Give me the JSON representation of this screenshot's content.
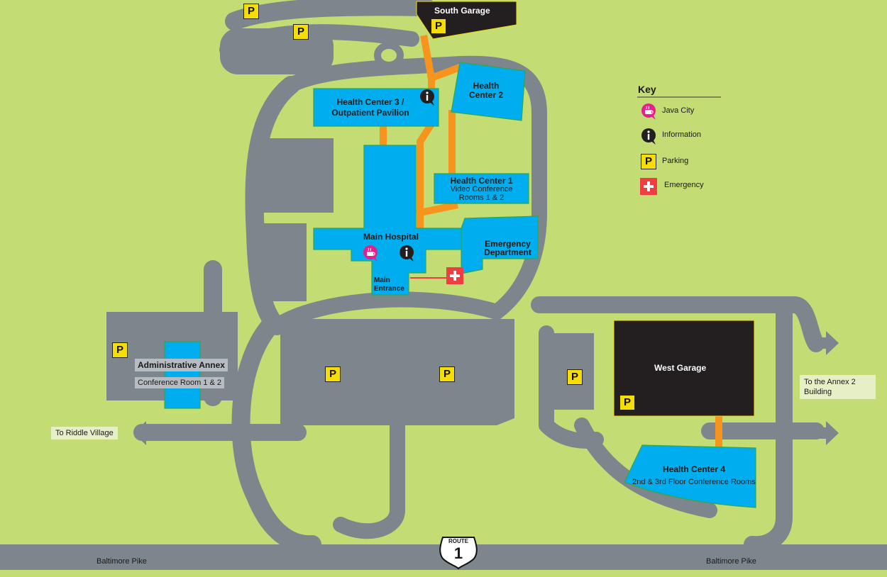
{
  "colors": {
    "grass": "#c3dc74",
    "road": "#7d858d",
    "building": "#00adee",
    "garage": "#231f20",
    "walkway": "#f7941d",
    "parking": "#f5dd05",
    "java": "#e5208d",
    "emergency": "#ef3e42"
  },
  "buildings": {
    "south_garage": "South Garage",
    "health_center_3_line1": "Health Center 3 /",
    "health_center_3_line2": "Outpatient Pavilion",
    "health_center_2_line1": "Health",
    "health_center_2_line2": "Center 2",
    "health_center_1": "Health Center 1",
    "health_center_1_sub1": "Video Conference",
    "health_center_1_sub2": "Rooms 1 & 2",
    "main_hospital": "Main Hospital",
    "emergency_dept_line1": "Emergency",
    "emergency_dept_line2": "Department",
    "main_entrance_line1": "Main",
    "main_entrance_line2": "Entrance",
    "admin_annex": "Administrative Annex",
    "admin_annex_sub": "Conference Room 1 & 2",
    "west_garage": "West Garage",
    "health_center_4": "Health Center 4",
    "health_center_4_sub": "2nd & 3rd Floor Conference Rooms"
  },
  "directions": {
    "riddle": "To Riddle Village",
    "annex2_line1": "To the Annex 2",
    "annex2_line2": "Building"
  },
  "roads": {
    "baltimore_left": "Baltimore Pike",
    "baltimore_right": "Baltimore Pike",
    "route_label": "ROUTE",
    "route_number": "1"
  },
  "legend": {
    "title": "Key",
    "items": [
      {
        "label": "Java City",
        "icon": "java-city-icon"
      },
      {
        "label": "Information",
        "icon": "information-icon"
      },
      {
        "label": "Parking",
        "icon": "parking-icon"
      },
      {
        "label": "Emergency",
        "icon": "emergency-icon"
      }
    ]
  },
  "parking_symbol": "P"
}
